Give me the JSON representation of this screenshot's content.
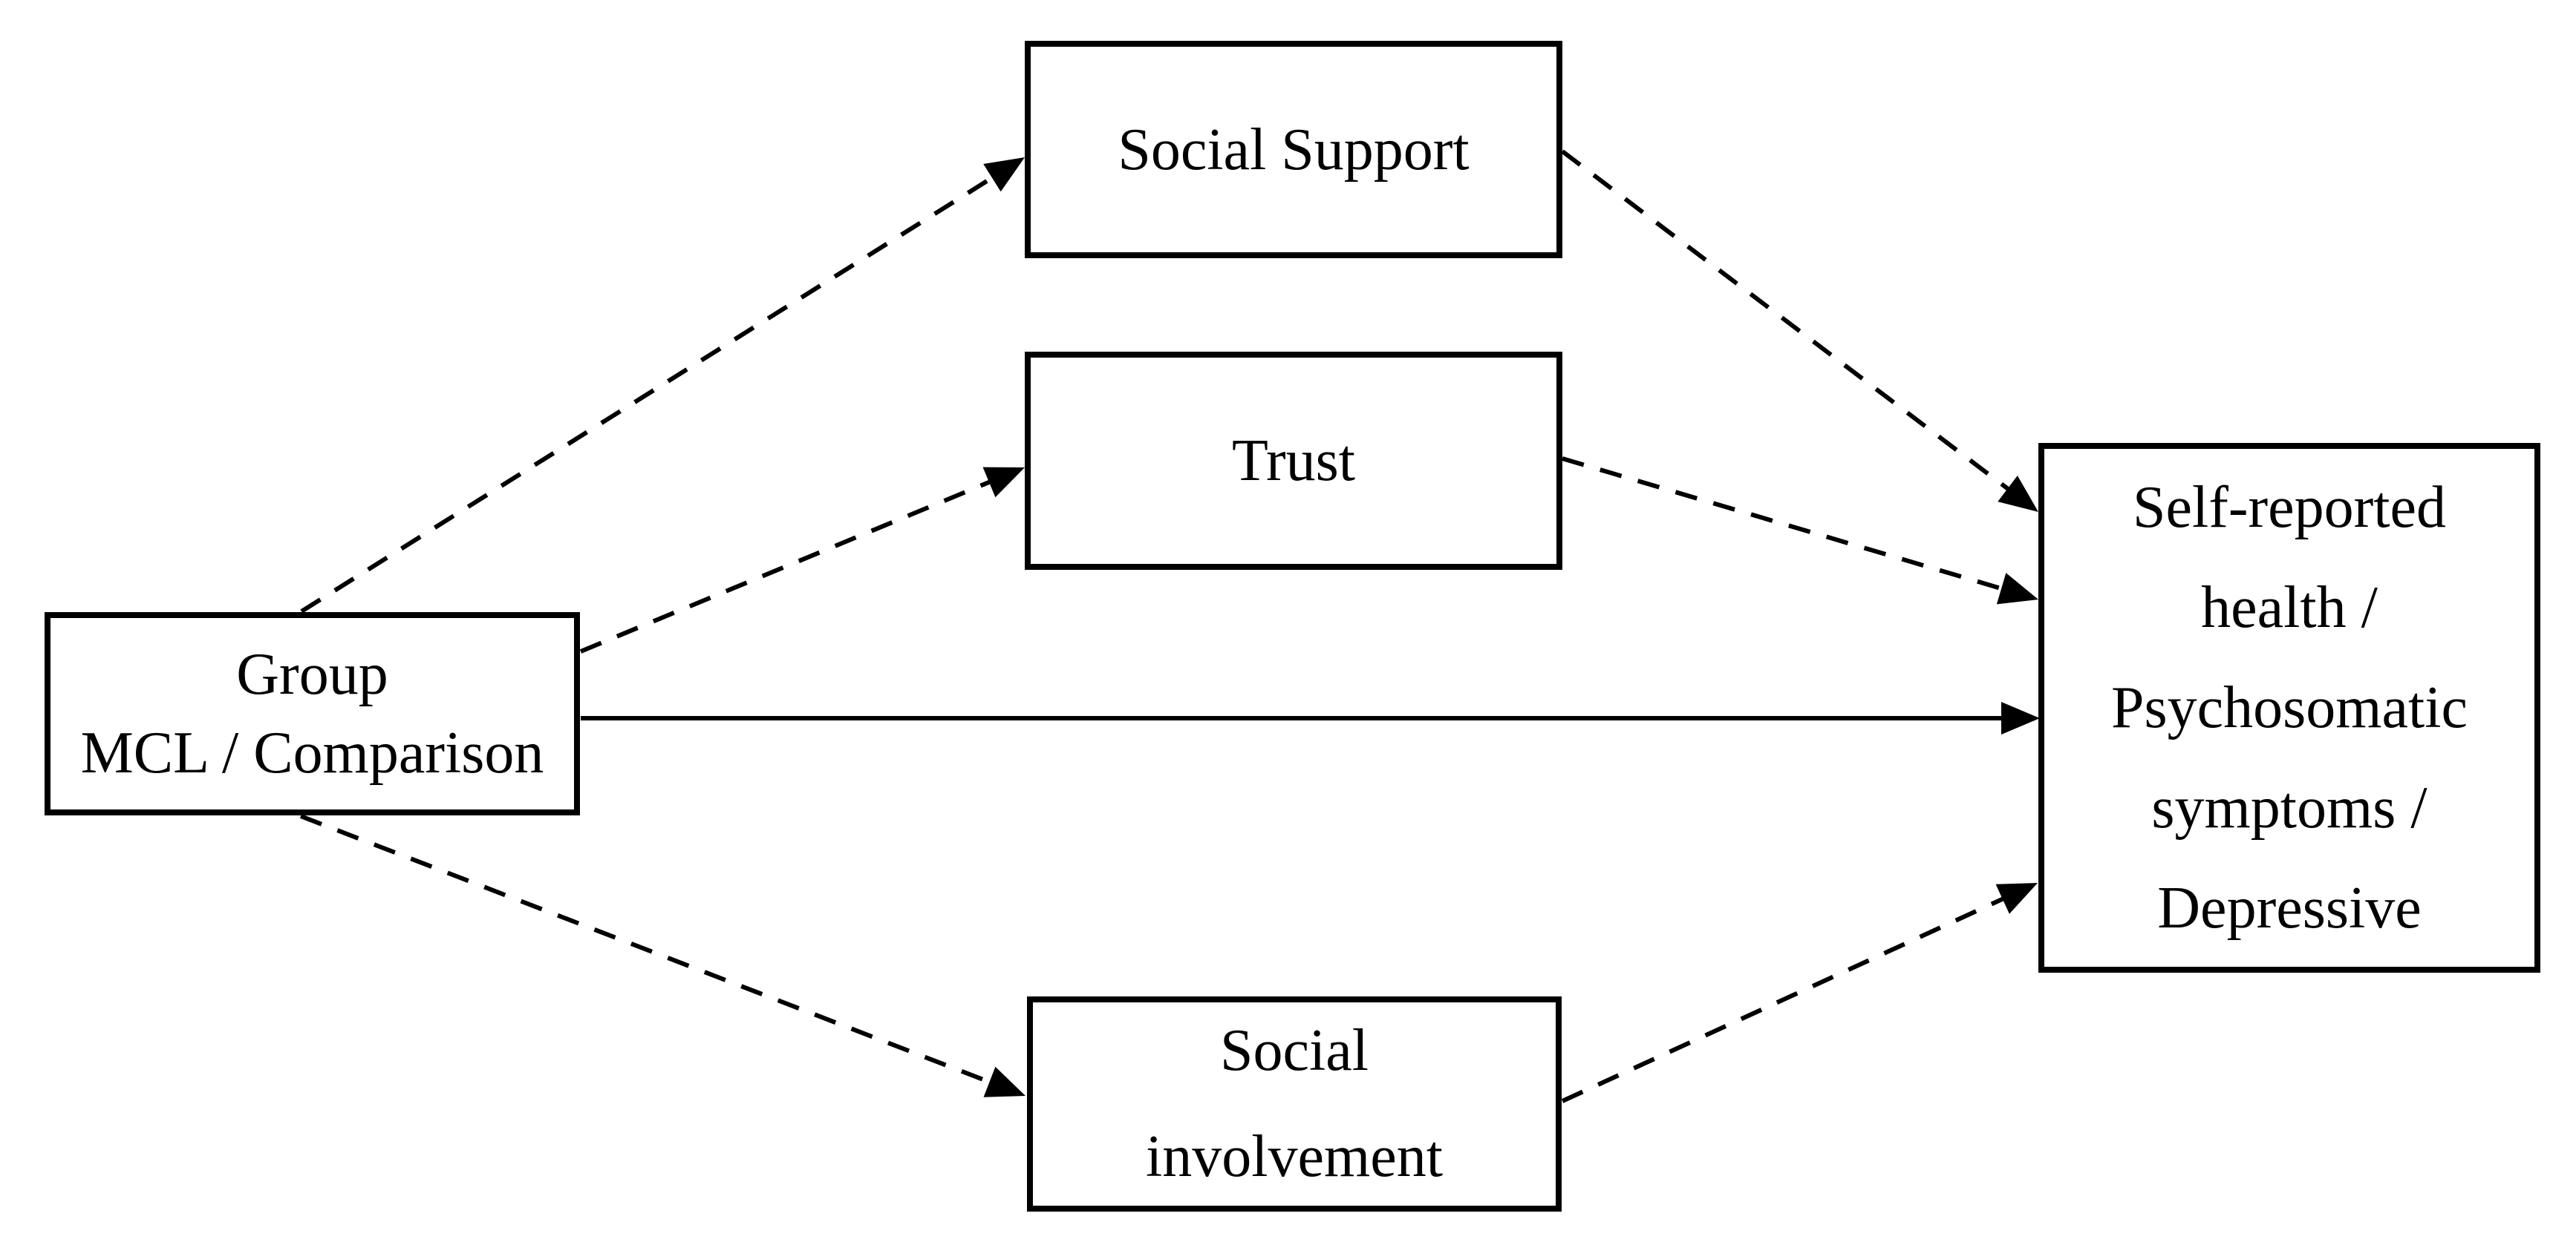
{
  "diagram": {
    "background_color": "#ffffff",
    "line_color": "#000000",
    "text_color": "#000000",
    "nodes": {
      "group": {
        "lines": [
          "Group",
          "MCL / Comparison"
        ]
      },
      "social_support": {
        "lines": [
          "Social Support"
        ]
      },
      "trust": {
        "lines": [
          "Trust"
        ]
      },
      "social_involvement": {
        "lines": [
          "Social",
          "involvement"
        ]
      },
      "outcome": {
        "lines": [
          "Self-reported",
          "health /",
          "Psychosomatic",
          "symptoms /",
          "Depressive"
        ]
      }
    },
    "edges": [
      {
        "from": "group",
        "to": "social_support",
        "style": "dashed"
      },
      {
        "from": "group",
        "to": "trust",
        "style": "dashed"
      },
      {
        "from": "group",
        "to": "outcome",
        "style": "solid"
      },
      {
        "from": "group",
        "to": "social_involvement",
        "style": "dashed"
      },
      {
        "from": "social_support",
        "to": "outcome",
        "style": "dashed"
      },
      {
        "from": "trust",
        "to": "outcome",
        "style": "dashed"
      },
      {
        "from": "social_involvement",
        "to": "outcome",
        "style": "dashed"
      }
    ]
  }
}
